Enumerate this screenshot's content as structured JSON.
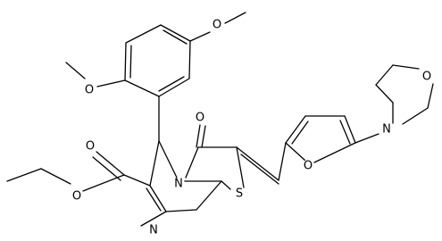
{
  "molecule": {
    "atoms": [
      {
        "id": "O_methoxy_top",
        "label": "O"
      },
      {
        "id": "O_methoxy_left",
        "label": "O"
      },
      {
        "id": "O_carbonyl",
        "label": "O"
      },
      {
        "id": "O_ester_carbonyl",
        "label": "O"
      },
      {
        "id": "O_ester",
        "label": "O"
      },
      {
        "id": "N_ring",
        "label": "N"
      },
      {
        "id": "N_imine",
        "label": "N"
      },
      {
        "id": "S_ring",
        "label": "S"
      },
      {
        "id": "O_furan",
        "label": "O"
      },
      {
        "id": "N_morpholine",
        "label": "N"
      },
      {
        "id": "O_morpholine",
        "label": "O"
      }
    ]
  }
}
